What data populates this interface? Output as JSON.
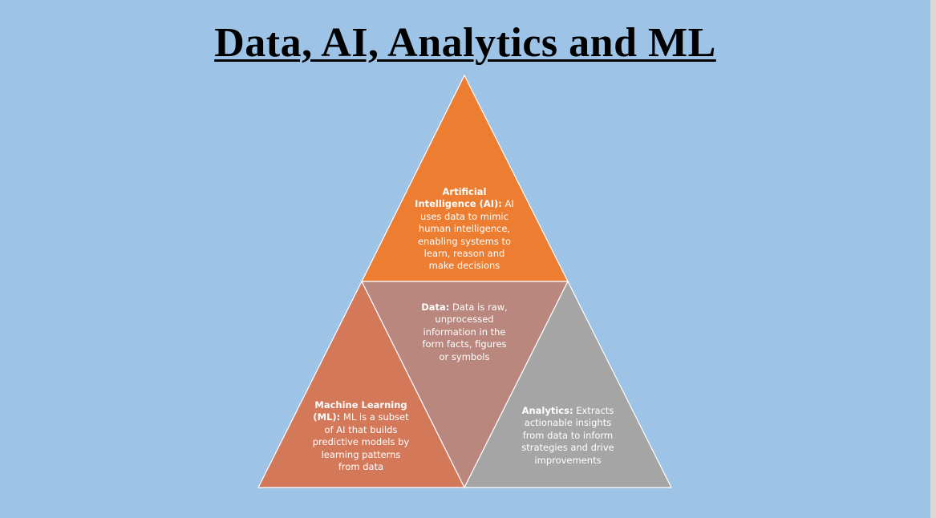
{
  "title": "Data, AI, Analytics and ML",
  "colors": {
    "background": "#9dc3e6",
    "ai": "#ed7d31",
    "data": "#b9877d",
    "ml": "#d4785a",
    "analytics": "#a5a5a5",
    "border": "#ffffff"
  },
  "segments": {
    "ai": {
      "heading": "Artificial Intelligence (AI):",
      "body": " AI uses data to mimic human intelligence, enabling systems to learn, reason and make decisions"
    },
    "data": {
      "heading": "Data:",
      "body": " Data is raw, unprocessed information in the form facts, figures or symbols"
    },
    "ml": {
      "heading": "Machine Learning (ML):",
      "body": " ML is  a subset of  AI that builds predictive models by learning patterns from data"
    },
    "analytics": {
      "heading": "Analytics:",
      "body": " Extracts actionable insights from data to inform strategies and drive improvements"
    }
  }
}
